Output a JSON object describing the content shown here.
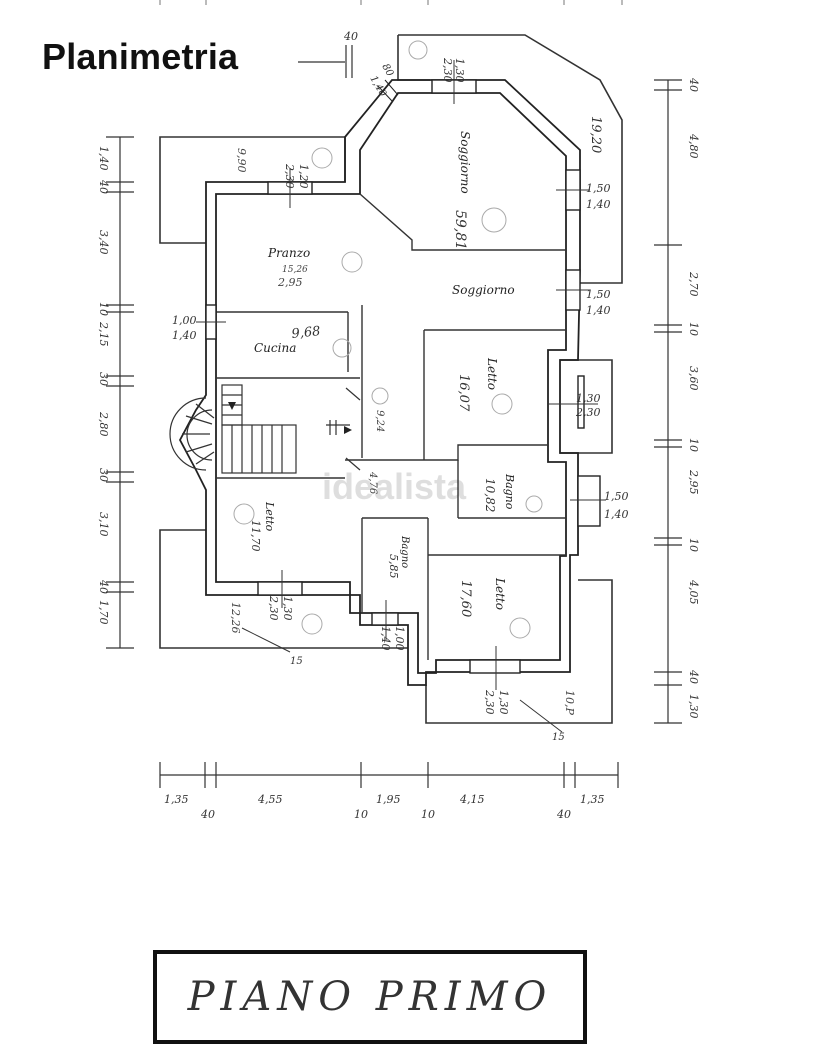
{
  "title": "Planimetria",
  "footer_label": "PIANO PRIMO",
  "watermark": "idealista",
  "rooms": {
    "soggiorno_top": "Soggiorno",
    "soggiorno_top_area": "59,81",
    "soggiorno_mid": "Soggiorno",
    "pranzo": "Pranzo",
    "pranzo_area": "15,26",
    "pranzo_height": "2,95",
    "cucina": "Cucina",
    "cucina_area": "9,68",
    "letto_mid": "Letto",
    "letto_mid_area": "16,07",
    "bagno_right": "Bagno",
    "bagno_right_area": "10,82",
    "letto_left": "Letto",
    "letto_left_area": "11,70",
    "bagno_small": "Bagno",
    "bagno_small_area": "5,85",
    "letto_bottom": "Letto",
    "letto_bottom_area": "17,60",
    "stair_area": "9,24",
    "hall_area": "4,76"
  },
  "balconies": {
    "top_left": "9,90",
    "top_right": "19,20",
    "bottom_left": "12,26",
    "bottom_right": "10,P"
  },
  "windows": {
    "w_top_door_1": "1,30",
    "w_top_door_2": "2,30",
    "w_diag_1": "80",
    "w_diag_2": "1,40",
    "w_40": "40",
    "w_pranzo_1": "1,20",
    "w_pranzo_2": "2,30",
    "w_right1_1": "1,50",
    "w_right1_2": "1,40",
    "w_right2_1": "1,50",
    "w_right2_2": "1,40",
    "w_left_1": "1,00",
    "w_left_2": "1,40",
    "w_balc_r_1": "1,30",
    "w_balc_r_2": "2,30",
    "w_right3_1": "1,50",
    "w_right3_2": "1,40",
    "w_bl_1": "1,30",
    "w_bl_2": "2,30",
    "w_bn_1": "1,00",
    "w_bn_2": "1,40",
    "w_bb_1": "1,30",
    "w_bb_2": "2,30",
    "fifteen_1": "15",
    "fifteen_2": "15"
  },
  "dims_left": [
    "1,40",
    "40",
    "3,40",
    "10",
    "2,15",
    "30",
    "2,80",
    "30",
    "3,10",
    "40",
    "1,70"
  ],
  "dims_right": [
    "40",
    "4,80",
    "2,70",
    "10",
    "3,60",
    "10",
    "2,95",
    "10",
    "4,05",
    "40",
    "1,30"
  ],
  "dims_bottom_top": [
    "1,35",
    "4,55",
    "1,95",
    "4,15",
    "1,35"
  ],
  "dims_bottom_bot": [
    "40",
    "10",
    "10",
    "40"
  ]
}
